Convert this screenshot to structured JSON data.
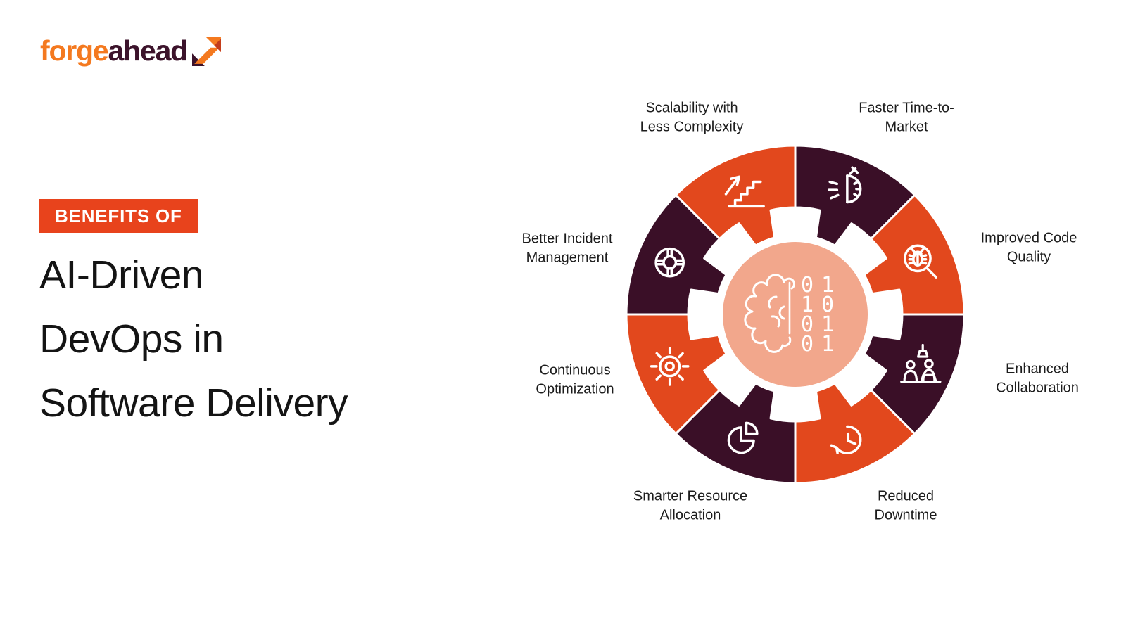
{
  "logo": {
    "part1": "forge",
    "part2": "ahead",
    "part1_color": "#F4791F",
    "part2_color": "#3C132B"
  },
  "badge": {
    "label": "BENEFITS OF",
    "bg": "#E8431C",
    "text_color": "#FFFFFF"
  },
  "title": {
    "text": "AI-Driven\nDevOps in\nSoftware Delivery",
    "color": "#141414"
  },
  "wheel": {
    "colors": {
      "orange": "#E2481D",
      "dark": "#3A0F27",
      "center_bg": "#F2A78C",
      "icon_stroke": "#FFFFFF",
      "divider": "#FFFFFF"
    },
    "center_icon": {
      "name": "ai-brain-binary",
      "binary_rows": [
        "01",
        "10",
        "01",
        "01"
      ]
    },
    "segments": [
      {
        "label": "Scalability with Less Complexity",
        "color": "orange",
        "icon": "stairs-growth-icon",
        "position": "top-left"
      },
      {
        "label": "Faster Time-to-Market",
        "color": "dark",
        "icon": "stopwatch-icon",
        "position": "top-right"
      },
      {
        "label": "Improved Code Quality",
        "color": "orange",
        "icon": "bug-magnifier-icon",
        "position": "right-upper"
      },
      {
        "label": "Enhanced Collaboration",
        "color": "dark",
        "icon": "collaboration-icon",
        "position": "right-lower"
      },
      {
        "label": "Reduced Downtime",
        "color": "orange",
        "icon": "history-clock-icon",
        "position": "bottom-right"
      },
      {
        "label": "Smarter Resource Allocation",
        "color": "dark",
        "icon": "pie-chart-icon",
        "position": "bottom-left"
      },
      {
        "label": "Continuous Optimization",
        "color": "orange",
        "icon": "sun-gear-icon",
        "position": "left-lower"
      },
      {
        "label": "Better Incident Management",
        "color": "dark",
        "icon": "lifebuoy-icon",
        "position": "left-upper"
      }
    ]
  }
}
